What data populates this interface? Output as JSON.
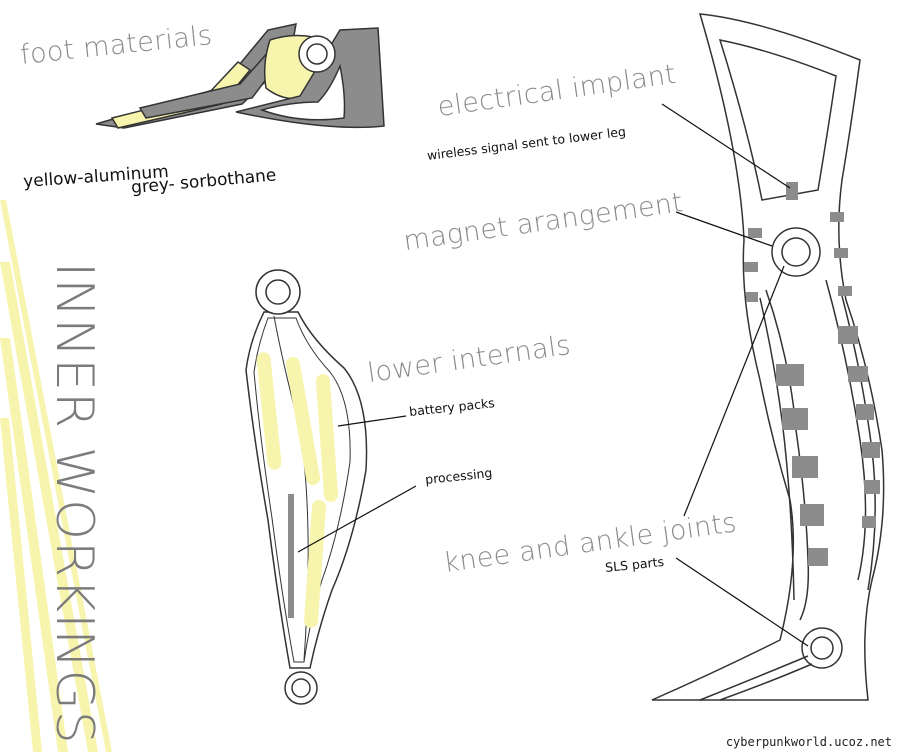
{
  "title": "INNER WORKINGS",
  "foot": {
    "heading": "foot materials",
    "legend_yellow": "yellow-aluminum",
    "legend_grey": "grey- sorbothane"
  },
  "implant": {
    "heading": "electrical implant",
    "sub": "wireless signal sent to lower leg"
  },
  "magnet": {
    "heading": "magnet arangement"
  },
  "lower": {
    "heading": "lower internals",
    "battery": "battery packs",
    "processing": "processing"
  },
  "joints": {
    "heading": "knee and ankle joints",
    "sub": "SLS parts"
  },
  "credit": "cyberpunkworld.ucoz.net",
  "colors": {
    "yellow": "#f7f4ad",
    "grey": "#8c8c8c",
    "outline": "#333333",
    "text_grey": "#8a8a8a"
  }
}
